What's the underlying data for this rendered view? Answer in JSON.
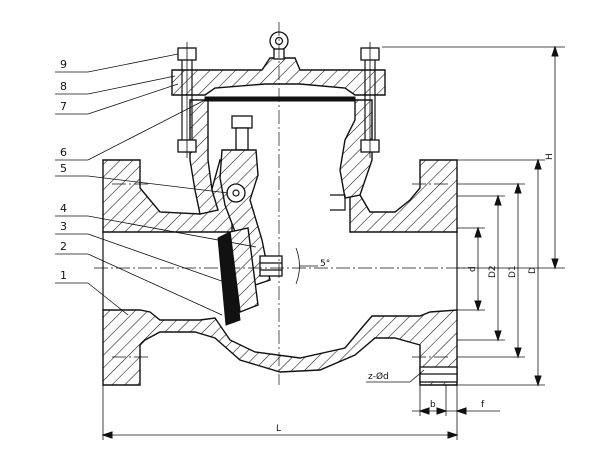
{
  "parts": [
    "1",
    "2",
    "3",
    "4",
    "5",
    "6",
    "7",
    "8",
    "9"
  ],
  "dimensions": {
    "H": "H",
    "D": "D",
    "D1": "D1",
    "D2": "D2",
    "d": "d",
    "L": "L",
    "b": "b",
    "f": "f",
    "bolt_holes": "z-Ød",
    "angle": "5°"
  },
  "colors": {
    "line": "#111111",
    "background": "#ffffff"
  }
}
